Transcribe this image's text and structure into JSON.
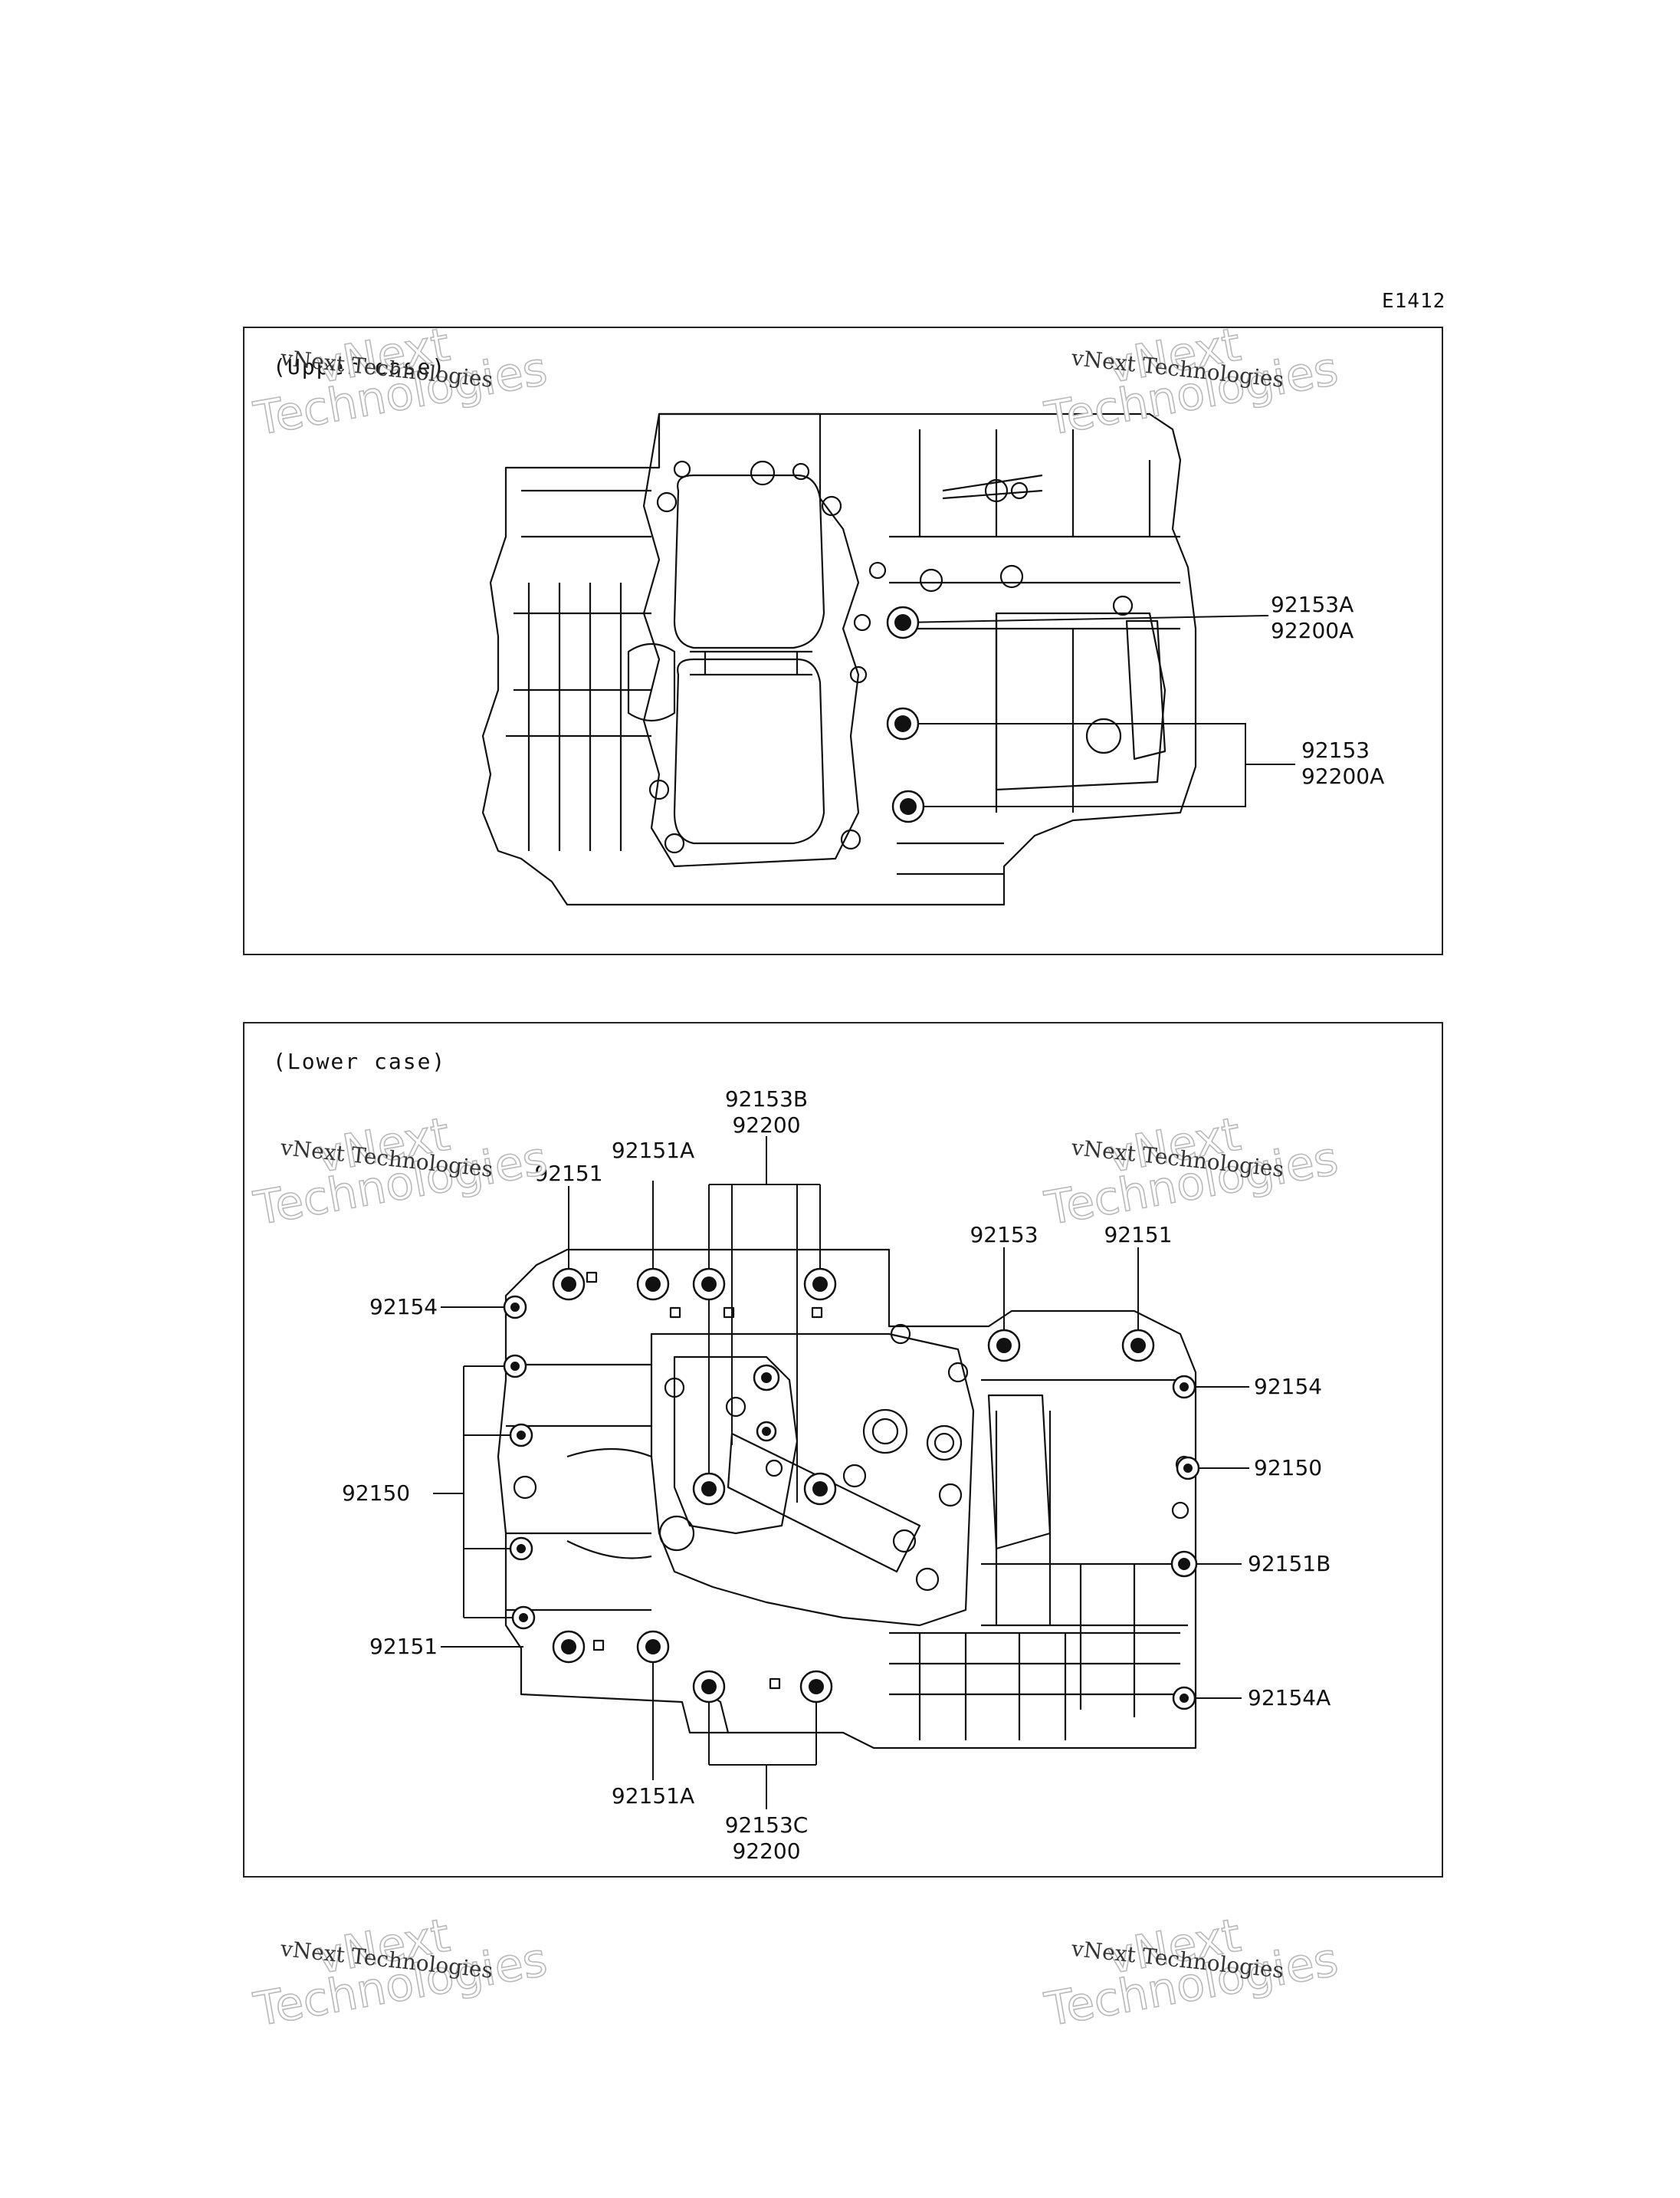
{
  "figure_code": "E1412",
  "upper": {
    "title": "(Upper case)",
    "callouts": [
      {
        "lines": [
          "92153A",
          "92200A"
        ]
      },
      {
        "lines": [
          "92153",
          "92200A"
        ]
      }
    ]
  },
  "lower": {
    "title": "(Lower case)",
    "callouts": [
      {
        "lines": [
          "92153B",
          "92200"
        ]
      },
      {
        "lines": [
          "92151A"
        ]
      },
      {
        "lines": [
          "92151"
        ]
      },
      {
        "lines": [
          "92153"
        ]
      },
      {
        "lines": [
          "92151"
        ]
      },
      {
        "lines": [
          "92154"
        ]
      },
      {
        "lines": [
          "92154"
        ]
      },
      {
        "lines": [
          "92150"
        ]
      },
      {
        "lines": [
          "92150"
        ]
      },
      {
        "lines": [
          "92151B"
        ]
      },
      {
        "lines": [
          "92151"
        ]
      },
      {
        "lines": [
          "92154A"
        ]
      },
      {
        "lines": [
          "92151A"
        ]
      },
      {
        "lines": [
          "92153C",
          "92200"
        ]
      }
    ]
  },
  "watermark": {
    "brand": "vNext Technologies",
    "ghost_line1": "vNext",
    "ghost_line2": "Technologies"
  }
}
